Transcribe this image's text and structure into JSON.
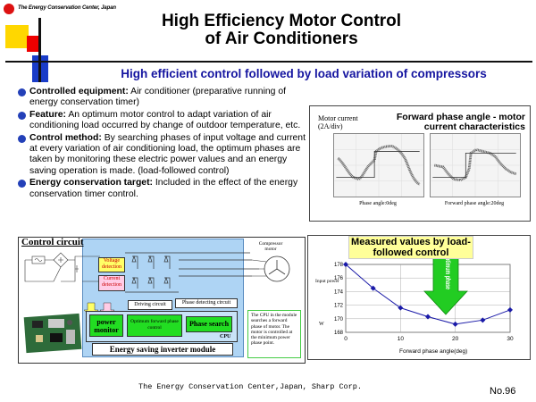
{
  "header": {
    "logo_text": "The Energy Conservation Center, Japan",
    "title_line1": "High Efficiency Motor Control",
    "title_line2": "of Air Conditioners",
    "subtitle": "High efficient control followed by load variation of compressors"
  },
  "bullets": [
    {
      "label": "Controlled equipment:",
      "text": " Air conditioner (preparative running of energy conservation timer)"
    },
    {
      "label": "Feature:",
      "text": " An optimum motor control to adapt variation of air conditioning load occurred by change of outdoor temperature, etc."
    },
    {
      "label": "Control method:",
      "text": " By searching phases of input voltage and current at every variation of air conditioning load, the optimum phases are taken by monitoring these electric power values and an energy saving operation is made. (load-followed control)"
    },
    {
      "label": "Energy conservation target:",
      "text": " Included in the effect of the energy conservation timer control."
    }
  ],
  "waveform_panel": {
    "title": "Forward phase angle - motor current characteristics",
    "motor_current_label": "Motor current",
    "motor_current_unit": "(2A/div)",
    "phase_left": "Phase angle:0deg",
    "phase_right": "Forward phase angle:20deg"
  },
  "measured_panel": {
    "title": "Measured values by load-followed control",
    "ylabel": "Input power",
    "ylabel_unit": "W",
    "xlabel": "Forward phase angle(deg)",
    "optimum_label": "Optimum phase"
  },
  "chart_data": {
    "type": "line",
    "title": "Measured values by load-followed control",
    "xlabel": "Forward phase angle(deg)",
    "ylabel": "Input power (W)",
    "x": [
      0,
      5,
      10,
      15,
      20,
      25,
      30
    ],
    "x_ticks": [
      0,
      10,
      20,
      30
    ],
    "y_ticks": [
      168,
      170,
      172,
      174,
      176,
      178
    ],
    "xlim": [
      0,
      30
    ],
    "ylim": [
      168,
      178
    ],
    "series": [
      {
        "values": [
          178,
          174.5,
          171.6,
          170.3,
          169.2,
          169.8,
          171.3
        ]
      }
    ],
    "grid": true
  },
  "circuit": {
    "title": "Control circuit",
    "voltage_detection": "Voltage detection",
    "current_detection": "Current detection",
    "driving_circuit": "Driving circuit",
    "phase_detecting_circuit": "Phase detecting circuit",
    "power_monitor": "power monitor",
    "opt_phase_control": "Optimum forward phase control",
    "phase_search": "Phase search",
    "cpu": "CPU",
    "inverter_module": "Energy saving inverter module",
    "compressor_motor": "Compressor motor",
    "cpu_note": "The CPU in the module searches a forward phase of motor. The motor is controlled at the minimum power phase point."
  },
  "footer": {
    "credit": "The Energy Conservation Center,Japan,  Sharp Corp.",
    "page": "No.96"
  },
  "colors": {
    "accent_blue": "#1515a0",
    "bullet_blue": "#2340b8",
    "deco_yellow": "#ffd700",
    "deco_red": "#e00000",
    "inverter_bg": "#aed4f4",
    "block_green": "#22dd22"
  }
}
